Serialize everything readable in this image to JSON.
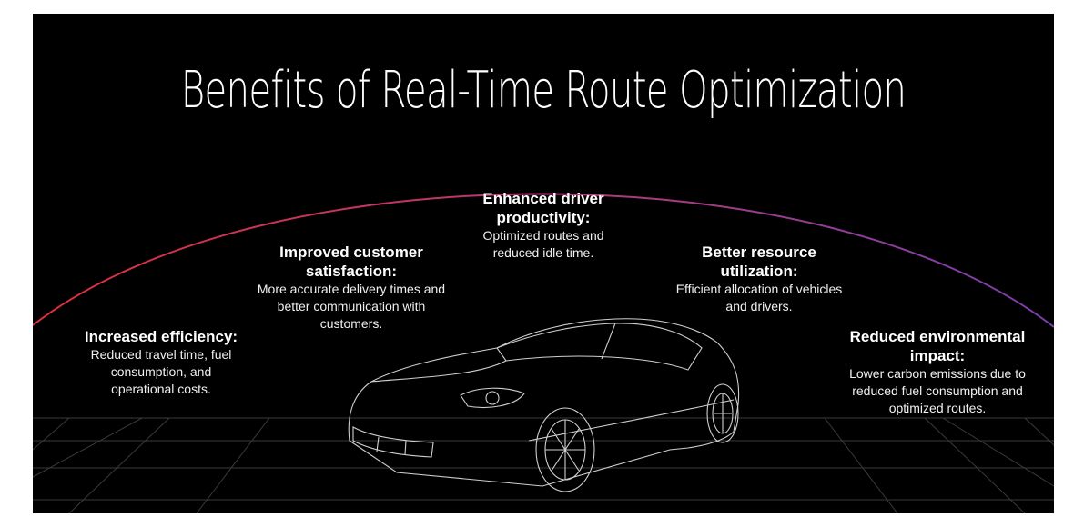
{
  "title": "Benefits of Real-Time Route Optimization",
  "colors": {
    "background": "#000000",
    "text": "#ffffff",
    "arc_start": "#e0303c",
    "arc_end": "#7a3fb0",
    "wireframe": "#cfcfcf"
  },
  "illustration": "car-wireframe",
  "benefits": [
    {
      "heading": "Increased efficiency:",
      "description": "Reduced travel time, fuel consumption, and operational costs."
    },
    {
      "heading": "Improved customer satisfaction:",
      "description": "More accurate delivery times and better communication with customers."
    },
    {
      "heading": "Enhanced driver productivity:",
      "description": "Optimized routes and reduced idle time."
    },
    {
      "heading": "Better resource utilization:",
      "description": "Efficient allocation of vehicles and drivers."
    },
    {
      "heading": "Reduced environmental impact:",
      "description": "Lower carbon emissions due to reduced fuel consumption and optimized routes."
    }
  ]
}
